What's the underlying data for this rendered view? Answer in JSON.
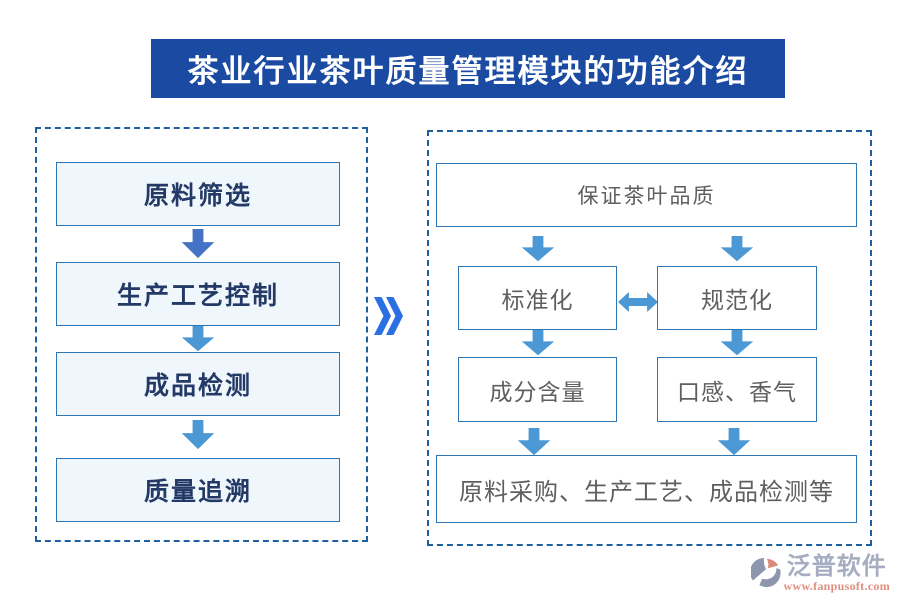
{
  "title": "茶业行业茶叶质量管理模块的功能介绍",
  "left_flow": {
    "steps": [
      {
        "label": "原料筛选"
      },
      {
        "label": "生产工艺控制"
      },
      {
        "label": "成品检测"
      },
      {
        "label": "质量追溯"
      }
    ]
  },
  "right_flow": {
    "goal": "保证茶叶品质",
    "pair_top": [
      {
        "label": "标准化"
      },
      {
        "label": "规范化"
      }
    ],
    "pair_bottom": [
      {
        "label": "成分含量"
      },
      {
        "label": "口感、香气"
      }
    ],
    "footer": "原料采购、生产工艺、成品检测等"
  },
  "watermark": {
    "brand": "泛普软件",
    "url": "www.fanpusoft.com"
  },
  "icons": {
    "down_arrow": "⬇",
    "left_right_arrow": "⬌",
    "double_chevron": "»",
    "brand_logo": "fanpu-circle-mark"
  },
  "colors": {
    "banner_bg": "#1b4aa2",
    "banner_text": "#ffffff",
    "panel_dash_border": "#1d5fa0",
    "box_border": "#2e75b6",
    "left_box_fill": "#eff6fc",
    "left_box_text": "#243a66",
    "right_box_text": "#5f5f5f",
    "arrow_dark": "#4472c4",
    "arrow_light": "#4b98d5",
    "chevron": "#2b6fe4",
    "brand_text": "#a6adc0",
    "brand_url": "#e08d7c"
  }
}
